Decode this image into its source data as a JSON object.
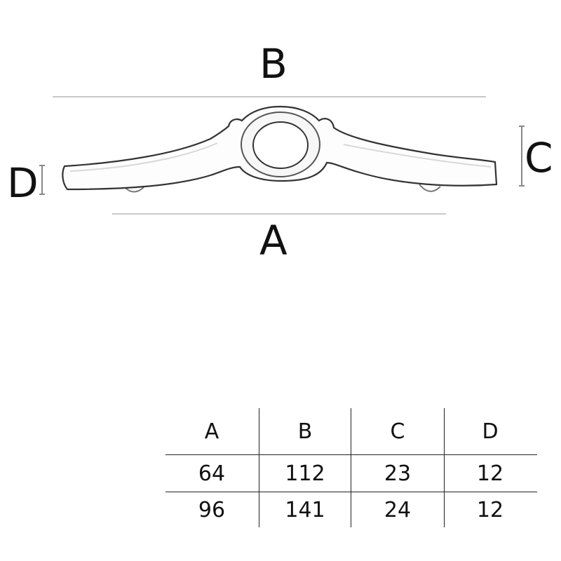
{
  "diagram": {
    "dimension_labels": {
      "a": "A",
      "b": "B",
      "c": "C",
      "d": "D"
    }
  },
  "table": {
    "headers": [
      "A",
      "B",
      "C",
      "D"
    ],
    "rows": [
      [
        "64",
        "112",
        "23",
        "12"
      ],
      [
        "96",
        "141",
        "24",
        "12"
      ]
    ]
  }
}
